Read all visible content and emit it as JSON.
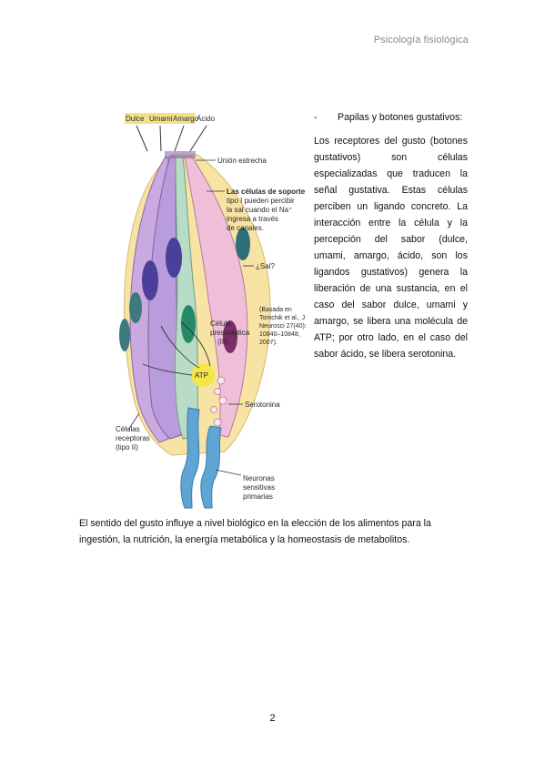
{
  "header": {
    "title": "Psicología fisiológica"
  },
  "figure": {
    "taste_labels": [
      "Dulce",
      "Umami",
      "Amargo",
      "Ácido"
    ],
    "labels": {
      "union": "Unión estrecha",
      "soporte_1": "Las células de soporte",
      "soporte_2": "tipo I pueden percibir",
      "soporte_3": "la sal cuando el Na⁺",
      "soporte_4": "ingresa a través",
      "soporte_5": "de canales.",
      "sal": "¿Sal?",
      "basada_1": "(Basada en",
      "basada_2": "Tomchik et al., J",
      "basada_3": "Neurosci 27(40):",
      "basada_4": "10840–10848,",
      "basada_5": "2007).",
      "presinaptica_1": "Célula",
      "presinaptica_2": "presináptica",
      "presinaptica_3": "(III)",
      "atp": "ATP",
      "serotonina": "Serotonina",
      "receptoras_1": "Células",
      "receptoras_2": "receptoras",
      "receptoras_3": "(tipo II)",
      "neuronas_1": "Neuronas",
      "neuronas_2": "sensitivas",
      "neuronas_3": "primarias"
    }
  },
  "right_column": {
    "bullet_dash": "-",
    "bullet_text": "Papilas y botones gustativos:",
    "paragraph": "Los receptores del gusto (botones gustativos) son células especializadas que traducen la señal gustativa. Estas células perciben un ligando concreto. La interacción entre la célula y la percepción del sabor (dulce, umami, amargo, ácido, son los ligandos gustativos) genera la liberación de una sustancia, en el caso del sabor dulce, umami y amargo, se libera una molécula de ATP; por otro lado, en el caso del sabor ácido, se libera serotonina."
  },
  "bottom": {
    "paragraph": "El sentido del gusto influye a nivel biológico en la elección de los alimentos para la ingestión, la nutrición, la energía metabólica y la homeostasis de metabolitos."
  },
  "page_number": "2"
}
